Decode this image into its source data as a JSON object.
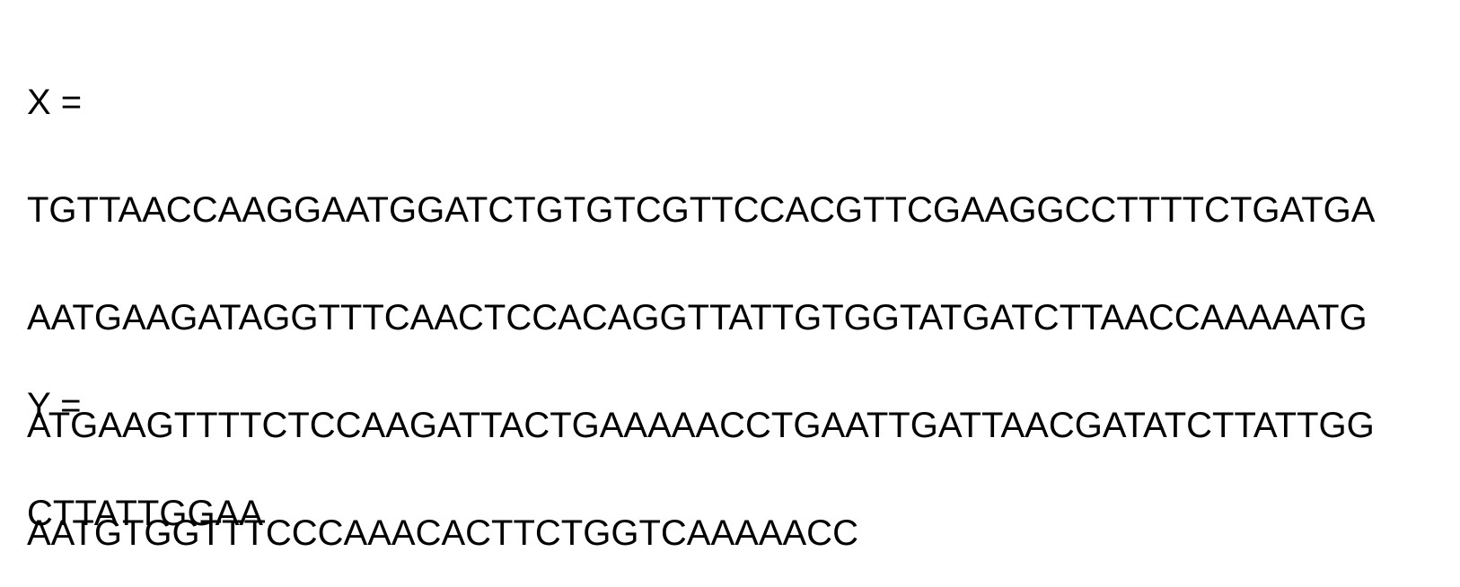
{
  "x": {
    "label": "X =",
    "lines": [
      "TGTTAACCAAGGAATGGATCTGTGTCGTTCCACGTTCGAAGGCCTTTTCTGATGA",
      "AATGAAGATAGGTTTCAACTCCACAGGTTATTGTGGTATGATCTTAACCAAAAATG",
      "ATGAAGTTTTCTCCAAGATTACTGAAAAACCTGAATTGATTAACGATATCTTATTGG",
      "AATGTGGTTTCCCAAACACTTCTGGTCAAAAACC"
    ]
  },
  "y": {
    "label": "Y =",
    "lines": [
      "CTTATTGGAA"
    ]
  }
}
